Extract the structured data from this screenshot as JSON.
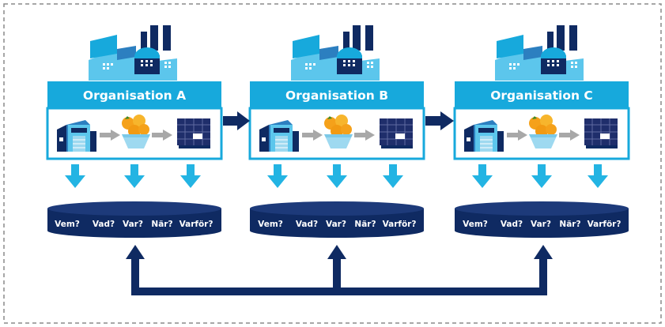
{
  "organisations": [
    {
      "name": "Organisation A"
    },
    {
      "name": "Organisation B"
    },
    {
      "name": "Organisation C"
    }
  ],
  "questions": [
    "Vem?",
    "Vad?",
    "Var?",
    "När?",
    "Varför?"
  ],
  "colors": {
    "header_blue": "#17a9dc",
    "navy": "#0f2a62",
    "light_blue": "#23b4e3",
    "factory_light": "#5cc6ec",
    "grey_arrow": "#a8a8a8",
    "frame_dash": "#8a8a8a"
  },
  "icons": [
    "factory-icon",
    "warehouse-icon",
    "oranges-bowl-icon",
    "pallet-boxes-icon",
    "database-icon"
  ]
}
